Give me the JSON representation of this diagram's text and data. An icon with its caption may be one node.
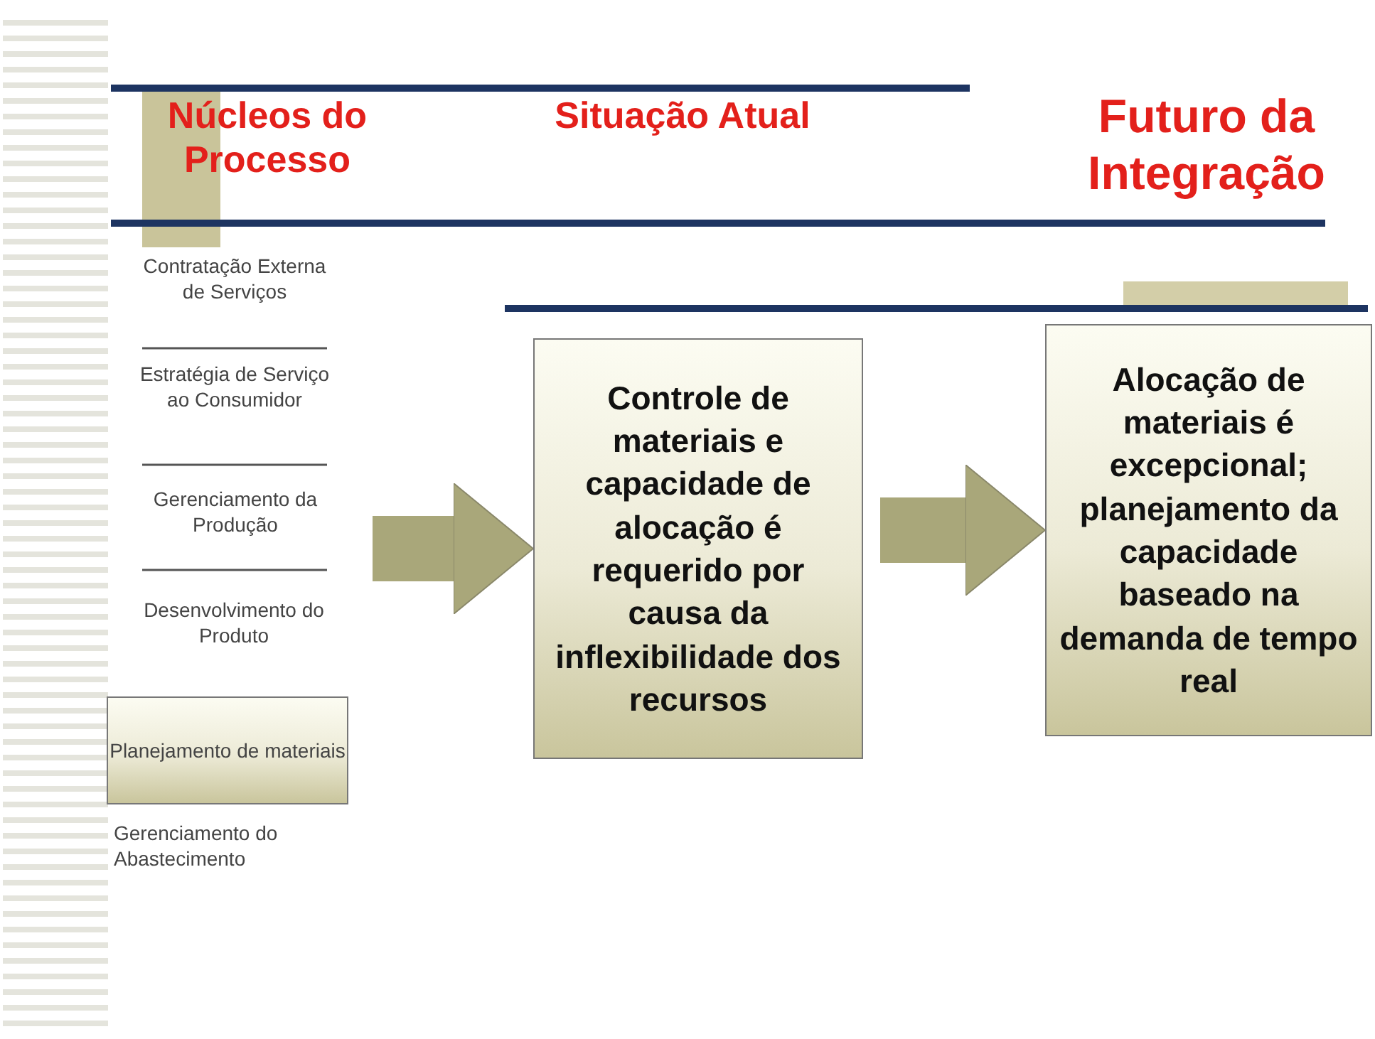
{
  "diagram": {
    "nodes": [
      {
        "text": [
          "Planejamento de materiais"
        ]
      },
      {
        "text": [
          "Controle de materiais e capacidade de alocação é requerido por causa da inflexibilidade dos recursos"
        ]
      },
      {
        "text": [
          "Alocação de materiais é excepcional; planejamento da capacidade baseado na demanda de tempo real"
        ]
      }
    ],
    "edges": [
      {
        "from": null,
        "to": 1,
        "arrow": "to"
      },
      {
        "from": 1,
        "to": 2,
        "arrow": "to"
      }
    ],
    "labels": [
      "Núcleos do Processo",
      "Situação Atual",
      "Futuro da Integração",
      "Contratação Externa de Serviços",
      "Estratégia de Serviço ao Consumidor",
      "Gerenciamento da Produção",
      "Desenvolvimento do Produto",
      "Gerenciamento do Abastecimento"
    ]
  }
}
